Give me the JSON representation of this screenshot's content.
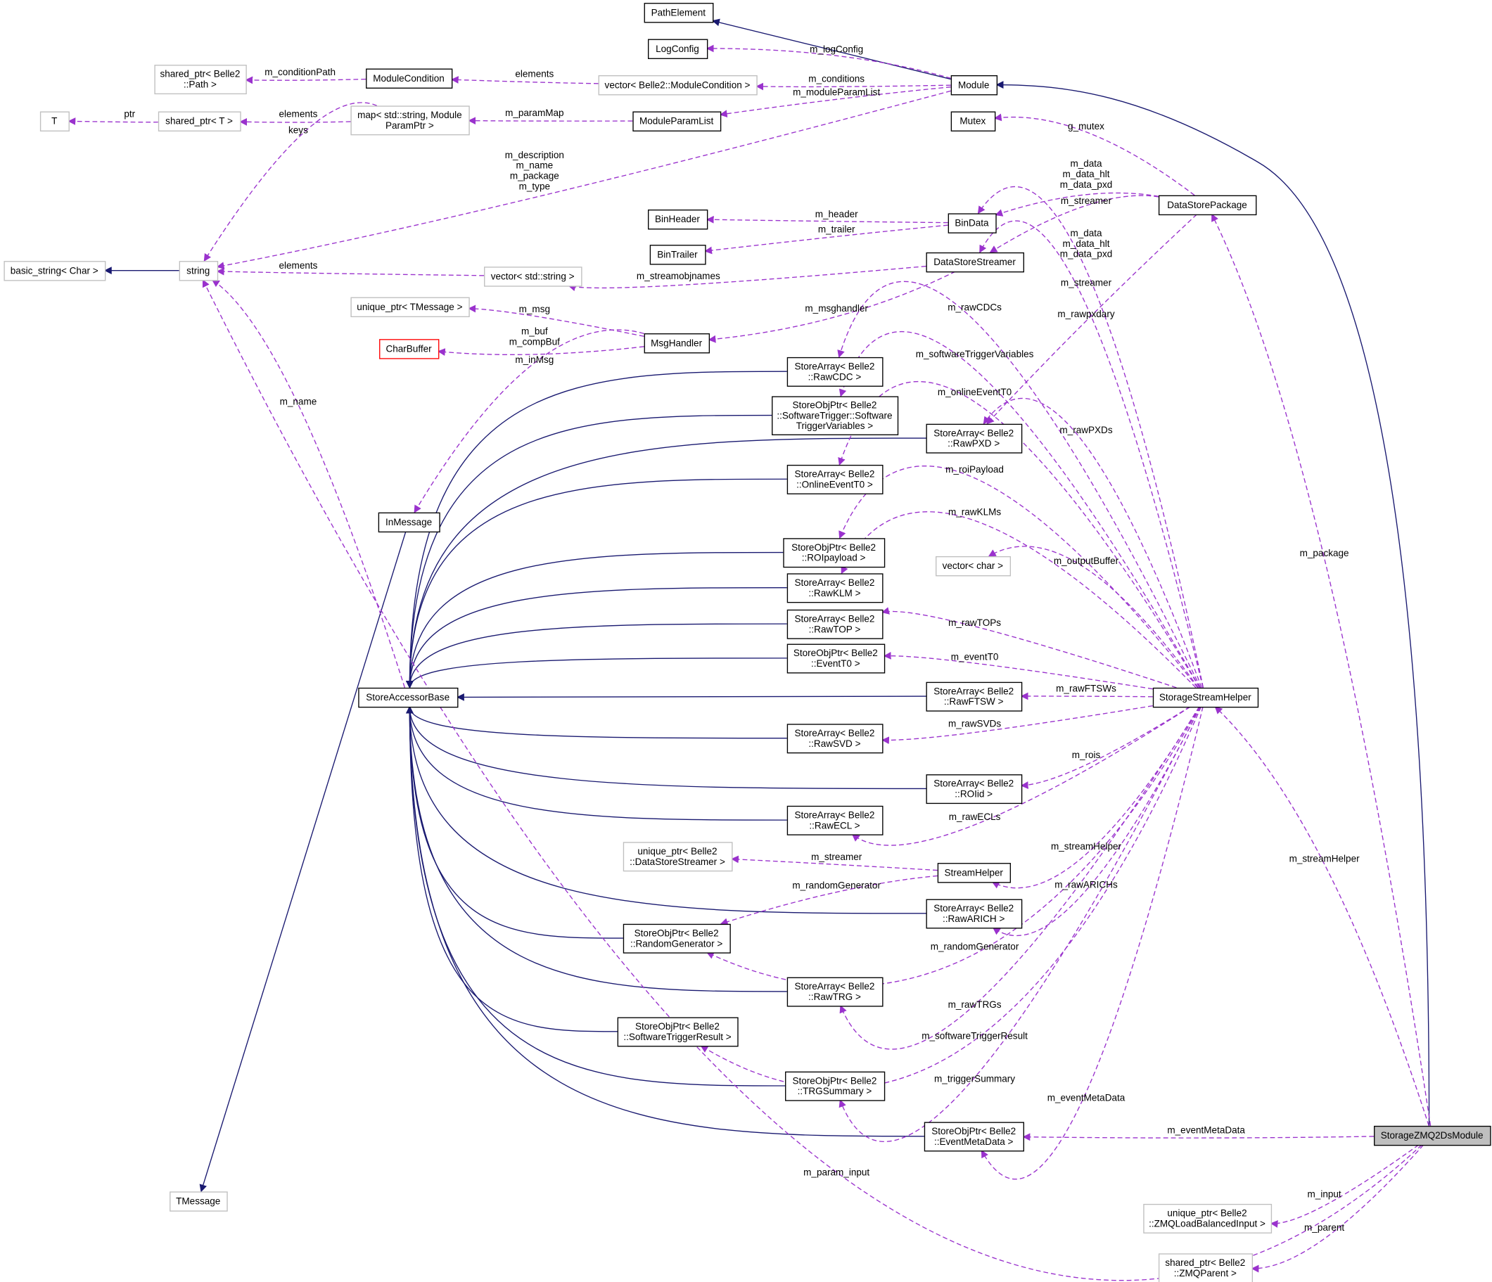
{
  "title": "StorageZMQ2DsModule collaboration diagram",
  "colors": {
    "inheritance": "#191970",
    "usage": "#9a32cd",
    "focus_fill": "#bfbfbf",
    "missing_doc": "#bfbfbf",
    "truncated": "#ff0000"
  },
  "nodes": [
    {
      "id": "PathElement",
      "lines": [
        "PathElement"
      ],
      "style": "normal"
    },
    {
      "id": "LogConfig",
      "lines": [
        "LogConfig"
      ],
      "style": "normal"
    },
    {
      "id": "Module",
      "lines": [
        "Module"
      ],
      "style": "normal"
    },
    {
      "id": "ModuleCondition",
      "lines": [
        "ModuleCondition"
      ],
      "style": "normal"
    },
    {
      "id": "vecModCond",
      "lines": [
        "vector< Belle2::ModuleCondition >"
      ],
      "style": "gray"
    },
    {
      "id": "spPath",
      "lines": [
        "shared_ptr< Belle2",
        "::Path >"
      ],
      "style": "gray"
    },
    {
      "id": "Mutex",
      "lines": [
        "Mutex"
      ],
      "style": "normal"
    },
    {
      "id": "ModuleParamList",
      "lines": [
        "ModuleParamList"
      ],
      "style": "normal"
    },
    {
      "id": "mapParam",
      "lines": [
        "map< std::string, Module",
        "ParamPtr >"
      ],
      "style": "gray"
    },
    {
      "id": "spT",
      "lines": [
        "shared_ptr< T >"
      ],
      "style": "gray"
    },
    {
      "id": "T",
      "lines": [
        "T"
      ],
      "style": "gray"
    },
    {
      "id": "DataStorePackage",
      "lines": [
        "DataStorePackage"
      ],
      "style": "normal"
    },
    {
      "id": "BinHeader",
      "lines": [
        "BinHeader"
      ],
      "style": "normal"
    },
    {
      "id": "BinData",
      "lines": [
        "BinData"
      ],
      "style": "normal"
    },
    {
      "id": "BinTrailer",
      "lines": [
        "BinTrailer"
      ],
      "style": "normal"
    },
    {
      "id": "DataStoreStreamer",
      "lines": [
        "DataStoreStreamer"
      ],
      "style": "normal"
    },
    {
      "id": "basicString",
      "lines": [
        "basic_string< Char >"
      ],
      "style": "gray"
    },
    {
      "id": "string",
      "lines": [
        "string"
      ],
      "style": "gray"
    },
    {
      "id": "vecString",
      "lines": [
        "vector< std::string >"
      ],
      "style": "gray"
    },
    {
      "id": "upTMessage",
      "lines": [
        "unique_ptr< TMessage >"
      ],
      "style": "gray"
    },
    {
      "id": "MsgHandler",
      "lines": [
        "MsgHandler"
      ],
      "style": "normal"
    },
    {
      "id": "CharBuffer",
      "lines": [
        "CharBuffer"
      ],
      "style": "red"
    },
    {
      "id": "RawCDC",
      "lines": [
        "StoreArray< Belle2",
        "::RawCDC >"
      ],
      "style": "normal"
    },
    {
      "id": "STVars",
      "lines": [
        "StoreObjPtr< Belle2",
        "::SoftwareTrigger::Software",
        "TriggerVariables >"
      ],
      "style": "normal"
    },
    {
      "id": "RawPXD",
      "lines": [
        "StoreArray< Belle2",
        "::RawPXD >"
      ],
      "style": "normal"
    },
    {
      "id": "OnlineEventT0",
      "lines": [
        "StoreArray< Belle2",
        "::OnlineEventT0 >"
      ],
      "style": "normal"
    },
    {
      "id": "InMessage",
      "lines": [
        "InMessage"
      ],
      "style": "normal"
    },
    {
      "id": "ROIpayload",
      "lines": [
        "StoreObjPtr< Belle2",
        "::ROIpayload >"
      ],
      "style": "normal"
    },
    {
      "id": "vecChar",
      "lines": [
        "vector< char >"
      ],
      "style": "gray"
    },
    {
      "id": "RawKLM",
      "lines": [
        "StoreArray< Belle2",
        "::RawKLM >"
      ],
      "style": "normal"
    },
    {
      "id": "RawTOP",
      "lines": [
        "StoreArray< Belle2",
        "::RawTOP >"
      ],
      "style": "normal"
    },
    {
      "id": "EventT0",
      "lines": [
        "StoreObjPtr< Belle2",
        "::EventT0 >"
      ],
      "style": "normal"
    },
    {
      "id": "StoreAccessorBase",
      "lines": [
        "StoreAccessorBase"
      ],
      "style": "normal"
    },
    {
      "id": "RawFTSW",
      "lines": [
        "StoreArray< Belle2",
        "::RawFTSW >"
      ],
      "style": "normal"
    },
    {
      "id": "StorageStreamHelper",
      "lines": [
        "StorageStreamHelper"
      ],
      "style": "normal"
    },
    {
      "id": "RawSVD",
      "lines": [
        "StoreArray< Belle2",
        "::RawSVD >"
      ],
      "style": "normal"
    },
    {
      "id": "ROIid",
      "lines": [
        "StoreArray< Belle2",
        "::ROIid >"
      ],
      "style": "normal"
    },
    {
      "id": "RawECL",
      "lines": [
        "StoreArray< Belle2",
        "::RawECL >"
      ],
      "style": "normal"
    },
    {
      "id": "upDSS",
      "lines": [
        "unique_ptr< Belle2",
        "::DataStoreStreamer >"
      ],
      "style": "gray"
    },
    {
      "id": "StreamHelper",
      "lines": [
        "StreamHelper"
      ],
      "style": "normal"
    },
    {
      "id": "RawARICH",
      "lines": [
        "StoreArray< Belle2",
        "::RawARICH >"
      ],
      "style": "normal"
    },
    {
      "id": "RandomGenerator",
      "lines": [
        "StoreObjPtr< Belle2",
        "::RandomGenerator >"
      ],
      "style": "normal"
    },
    {
      "id": "RawTRG",
      "lines": [
        "StoreArray< Belle2",
        "::RawTRG >"
      ],
      "style": "normal"
    },
    {
      "id": "STResult",
      "lines": [
        "StoreObjPtr< Belle2",
        "::SoftwareTriggerResult >"
      ],
      "style": "normal"
    },
    {
      "id": "TRGSummary",
      "lines": [
        "StoreObjPtr< Belle2",
        "::TRGSummary >"
      ],
      "style": "normal"
    },
    {
      "id": "EventMetaData",
      "lines": [
        "StoreObjPtr< Belle2",
        "::EventMetaData >"
      ],
      "style": "normal"
    },
    {
      "id": "Z",
      "lines": [
        "StorageZMQ2DsModule"
      ],
      "style": "filled"
    },
    {
      "id": "TMessage",
      "lines": [
        "TMessage"
      ],
      "style": "gray"
    },
    {
      "id": "upZMQ",
      "lines": [
        "unique_ptr< Belle2",
        "::ZMQLoadBalancedInput >"
      ],
      "style": "gray"
    },
    {
      "id": "spZMQParent",
      "lines": [
        "shared_ptr< Belle2",
        "::ZMQParent >"
      ],
      "style": "gray"
    }
  ],
  "edges": [
    {
      "from": "Module",
      "to": "PathElement",
      "kind": "inheritance",
      "label": []
    },
    {
      "from": "Z",
      "to": "Module",
      "kind": "inheritance",
      "label": []
    },
    {
      "from": "string",
      "to": "basicString",
      "kind": "inheritance",
      "label": []
    },
    {
      "from": "InMessage",
      "to": "TMessage",
      "kind": "inheritance",
      "label": []
    },
    {
      "from": "RawCDC",
      "to": "StoreAccessorBase",
      "kind": "inheritance",
      "label": []
    },
    {
      "from": "STVars",
      "to": "StoreAccessorBase",
      "kind": "inheritance",
      "label": []
    },
    {
      "from": "OnlineEventT0",
      "to": "StoreAccessorBase",
      "kind": "inheritance",
      "label": []
    },
    {
      "from": "RawPXD",
      "to": "StoreAccessorBase",
      "kind": "inheritance",
      "label": []
    },
    {
      "from": "ROIpayload",
      "to": "StoreAccessorBase",
      "kind": "inheritance",
      "label": []
    },
    {
      "from": "RawKLM",
      "to": "StoreAccessorBase",
      "kind": "inheritance",
      "label": []
    },
    {
      "from": "RawTOP",
      "to": "StoreAccessorBase",
      "kind": "inheritance",
      "label": []
    },
    {
      "from": "EventT0",
      "to": "StoreAccessorBase",
      "kind": "inheritance",
      "label": []
    },
    {
      "from": "RawFTSW",
      "to": "StoreAccessorBase",
      "kind": "inheritance",
      "label": []
    },
    {
      "from": "RawSVD",
      "to": "StoreAccessorBase",
      "kind": "inheritance",
      "label": []
    },
    {
      "from": "ROIid",
      "to": "StoreAccessorBase",
      "kind": "inheritance",
      "label": []
    },
    {
      "from": "RawECL",
      "to": "StoreAccessorBase",
      "kind": "inheritance",
      "label": []
    },
    {
      "from": "RawARICH",
      "to": "StoreAccessorBase",
      "kind": "inheritance",
      "label": []
    },
    {
      "from": "RandomGenerator",
      "to": "StoreAccessorBase",
      "kind": "inheritance",
      "label": []
    },
    {
      "from": "RawTRG",
      "to": "StoreAccessorBase",
      "kind": "inheritance",
      "label": []
    },
    {
      "from": "STResult",
      "to": "StoreAccessorBase",
      "kind": "inheritance",
      "label": []
    },
    {
      "from": "TRGSummary",
      "to": "StoreAccessorBase",
      "kind": "inheritance",
      "label": []
    },
    {
      "from": "EventMetaData",
      "to": "StoreAccessorBase",
      "kind": "inheritance",
      "label": []
    },
    {
      "from": "Module",
      "to": "LogConfig",
      "kind": "usage",
      "label": [
        "m_logConfig"
      ]
    },
    {
      "from": "Module",
      "to": "vecModCond",
      "kind": "usage",
      "label": [
        "m_conditions"
      ]
    },
    {
      "from": "Module",
      "to": "ModuleParamList",
      "kind": "usage",
      "label": [
        "m_moduleParamList"
      ]
    },
    {
      "from": "Module",
      "to": "string",
      "kind": "usage",
      "label": [
        "m_description",
        "m_name",
        "m_package",
        "m_type"
      ]
    },
    {
      "from": "vecModCond",
      "to": "ModuleCondition",
      "kind": "usage",
      "label": [
        "elements"
      ]
    },
    {
      "from": "ModuleCondition",
      "to": "spPath",
      "kind": "usage",
      "label": [
        "m_conditionPath"
      ]
    },
    {
      "from": "ModuleParamList",
      "to": "mapParam",
      "kind": "usage",
      "label": [
        "m_paramMap"
      ]
    },
    {
      "from": "mapParam",
      "to": "spT",
      "kind": "usage",
      "label": [
        "elements"
      ]
    },
    {
      "from": "spT",
      "to": "T",
      "kind": "usage",
      "label": [
        "ptr"
      ]
    },
    {
      "from": "mapParam",
      "to": "string",
      "kind": "usage",
      "label": [
        "keys"
      ]
    },
    {
      "from": "DataStorePackage",
      "to": "Mutex",
      "kind": "usage",
      "label": [
        "g_mutex"
      ]
    },
    {
      "from": "DataStorePackage",
      "to": "BinData",
      "kind": "usage",
      "label": [
        "m_data",
        "m_data_hlt",
        "m_data_pxd"
      ]
    },
    {
      "from": "DataStorePackage",
      "to": "DataStoreStreamer",
      "kind": "usage",
      "label": [
        "m_streamer"
      ]
    },
    {
      "from": "BinData",
      "to": "BinHeader",
      "kind": "usage",
      "label": [
        "m_header"
      ]
    },
    {
      "from": "BinData",
      "to": "BinTrailer",
      "kind": "usage",
      "label": [
        "m_trailer"
      ]
    },
    {
      "from": "DataStoreStreamer",
      "to": "vecString",
      "kind": "usage",
      "label": [
        "m_streamobjnames"
      ]
    },
    {
      "from": "vecString",
      "to": "string",
      "kind": "usage",
      "label": [
        "elements"
      ]
    },
    {
      "from": "DataStoreStreamer",
      "to": "MsgHandler",
      "kind": "usage",
      "label": [
        "m_msghandler"
      ]
    },
    {
      "from": "MsgHandler",
      "to": "upTMessage",
      "kind": "usage",
      "label": [
        "m_msg"
      ]
    },
    {
      "from": "MsgHandler",
      "to": "CharBuffer",
      "kind": "usage",
      "label": [
        "m_buf",
        "m_compBuf"
      ]
    },
    {
      "from": "MsgHandler",
      "to": "InMessage",
      "kind": "usage",
      "label": [
        "m_inMsg"
      ]
    },
    {
      "from": "StoreAccessorBase",
      "to": "string",
      "kind": "usage",
      "label": [
        "m_name"
      ]
    },
    {
      "from": "StorageStreamHelper",
      "to": "BinData",
      "kind": "usage",
      "label": [
        "m_data",
        "m_data_hlt",
        "m_data_pxd"
      ]
    },
    {
      "from": "StorageStreamHelper",
      "to": "DataStoreStreamer",
      "kind": "usage",
      "label": [
        "m_streamer"
      ]
    },
    {
      "from": "StorageStreamHelper",
      "to": "RawCDC",
      "kind": "usage",
      "label": [
        "m_rawCDCs"
      ]
    },
    {
      "from": "DataStorePackage",
      "to": "RawPXD",
      "kind": "usage",
      "label": [
        "m_rawpxdary"
      ]
    },
    {
      "from": "StorageStreamHelper",
      "to": "STVars",
      "kind": "usage",
      "label": [
        "m_softwareTriggerVariables"
      ]
    },
    {
      "from": "StorageStreamHelper",
      "to": "OnlineEventT0",
      "kind": "usage",
      "label": [
        "m_onlineEventT0"
      ]
    },
    {
      "from": "StorageStreamHelper",
      "to": "RawPXD",
      "kind": "usage",
      "label": [
        "m_rawPXDs"
      ]
    },
    {
      "from": "StorageStreamHelper",
      "to": "ROIpayload",
      "kind": "usage",
      "label": [
        "m_roiPayload"
      ]
    },
    {
      "from": "StorageStreamHelper",
      "to": "RawKLM",
      "kind": "usage",
      "label": [
        "m_rawKLMs"
      ]
    },
    {
      "from": "StorageStreamHelper",
      "to": "vecChar",
      "kind": "usage",
      "label": [
        "m_outputBuffer"
      ]
    },
    {
      "from": "StorageStreamHelper",
      "to": "RawTOP",
      "kind": "usage",
      "label": [
        "m_rawTOPs"
      ]
    },
    {
      "from": "StorageStreamHelper",
      "to": "EventT0",
      "kind": "usage",
      "label": [
        "m_eventT0"
      ]
    },
    {
      "from": "StorageStreamHelper",
      "to": "RawFTSW",
      "kind": "usage",
      "label": [
        "m_rawFTSWs"
      ]
    },
    {
      "from": "StorageStreamHelper",
      "to": "RawSVD",
      "kind": "usage",
      "label": [
        "m_rawSVDs"
      ]
    },
    {
      "from": "StorageStreamHelper",
      "to": "ROIid",
      "kind": "usage",
      "label": [
        "m_rois"
      ]
    },
    {
      "from": "StorageStreamHelper",
      "to": "RawECL",
      "kind": "usage",
      "label": [
        "m_rawECLs"
      ]
    },
    {
      "from": "StorageStreamHelper",
      "to": "StreamHelper",
      "kind": "usage",
      "label": [
        "m_streamHelper"
      ]
    },
    {
      "from": "StreamHelper",
      "to": "upDSS",
      "kind": "usage",
      "label": [
        "m_streamer"
      ]
    },
    {
      "from": "StreamHelper",
      "to": "RandomGenerator",
      "kind": "usage",
      "label": [
        "m_randomGenerator"
      ]
    },
    {
      "from": "StorageStreamHelper",
      "to": "RawARICH",
      "kind": "usage",
      "label": [
        "m_rawARICHs"
      ]
    },
    {
      "from": "StorageStreamHelper",
      "to": "RandomGenerator",
      "kind": "usage",
      "label": [
        "m_randomGenerator"
      ]
    },
    {
      "from": "StorageStreamHelper",
      "to": "RawTRG",
      "kind": "usage",
      "label": [
        "m_rawTRGs"
      ]
    },
    {
      "from": "StorageStreamHelper",
      "to": "STResult",
      "kind": "usage",
      "label": [
        "m_softwareTriggerResult"
      ]
    },
    {
      "from": "StorageStreamHelper",
      "to": "TRGSummary",
      "kind": "usage",
      "label": [
        "m_triggerSummary"
      ]
    },
    {
      "from": "StorageStreamHelper",
      "to": "EventMetaData",
      "kind": "usage",
      "label": [
        "m_eventMetaData"
      ]
    },
    {
      "from": "Z",
      "to": "DataStorePackage",
      "kind": "usage",
      "label": [
        "m_package"
      ]
    },
    {
      "from": "Z",
      "to": "StorageStreamHelper",
      "kind": "usage",
      "label": [
        "m_streamHelper"
      ]
    },
    {
      "from": "Z",
      "to": "EventMetaData",
      "kind": "usage",
      "label": [
        "m_eventMetaData"
      ]
    },
    {
      "from": "Z",
      "to": "string",
      "kind": "usage",
      "label": [
        "m_param_input"
      ]
    },
    {
      "from": "Z",
      "to": "upZMQ",
      "kind": "usage",
      "label": [
        "m_input"
      ]
    },
    {
      "from": "Z",
      "to": "spZMQParent",
      "kind": "usage",
      "label": [
        "m_parent"
      ]
    }
  ]
}
